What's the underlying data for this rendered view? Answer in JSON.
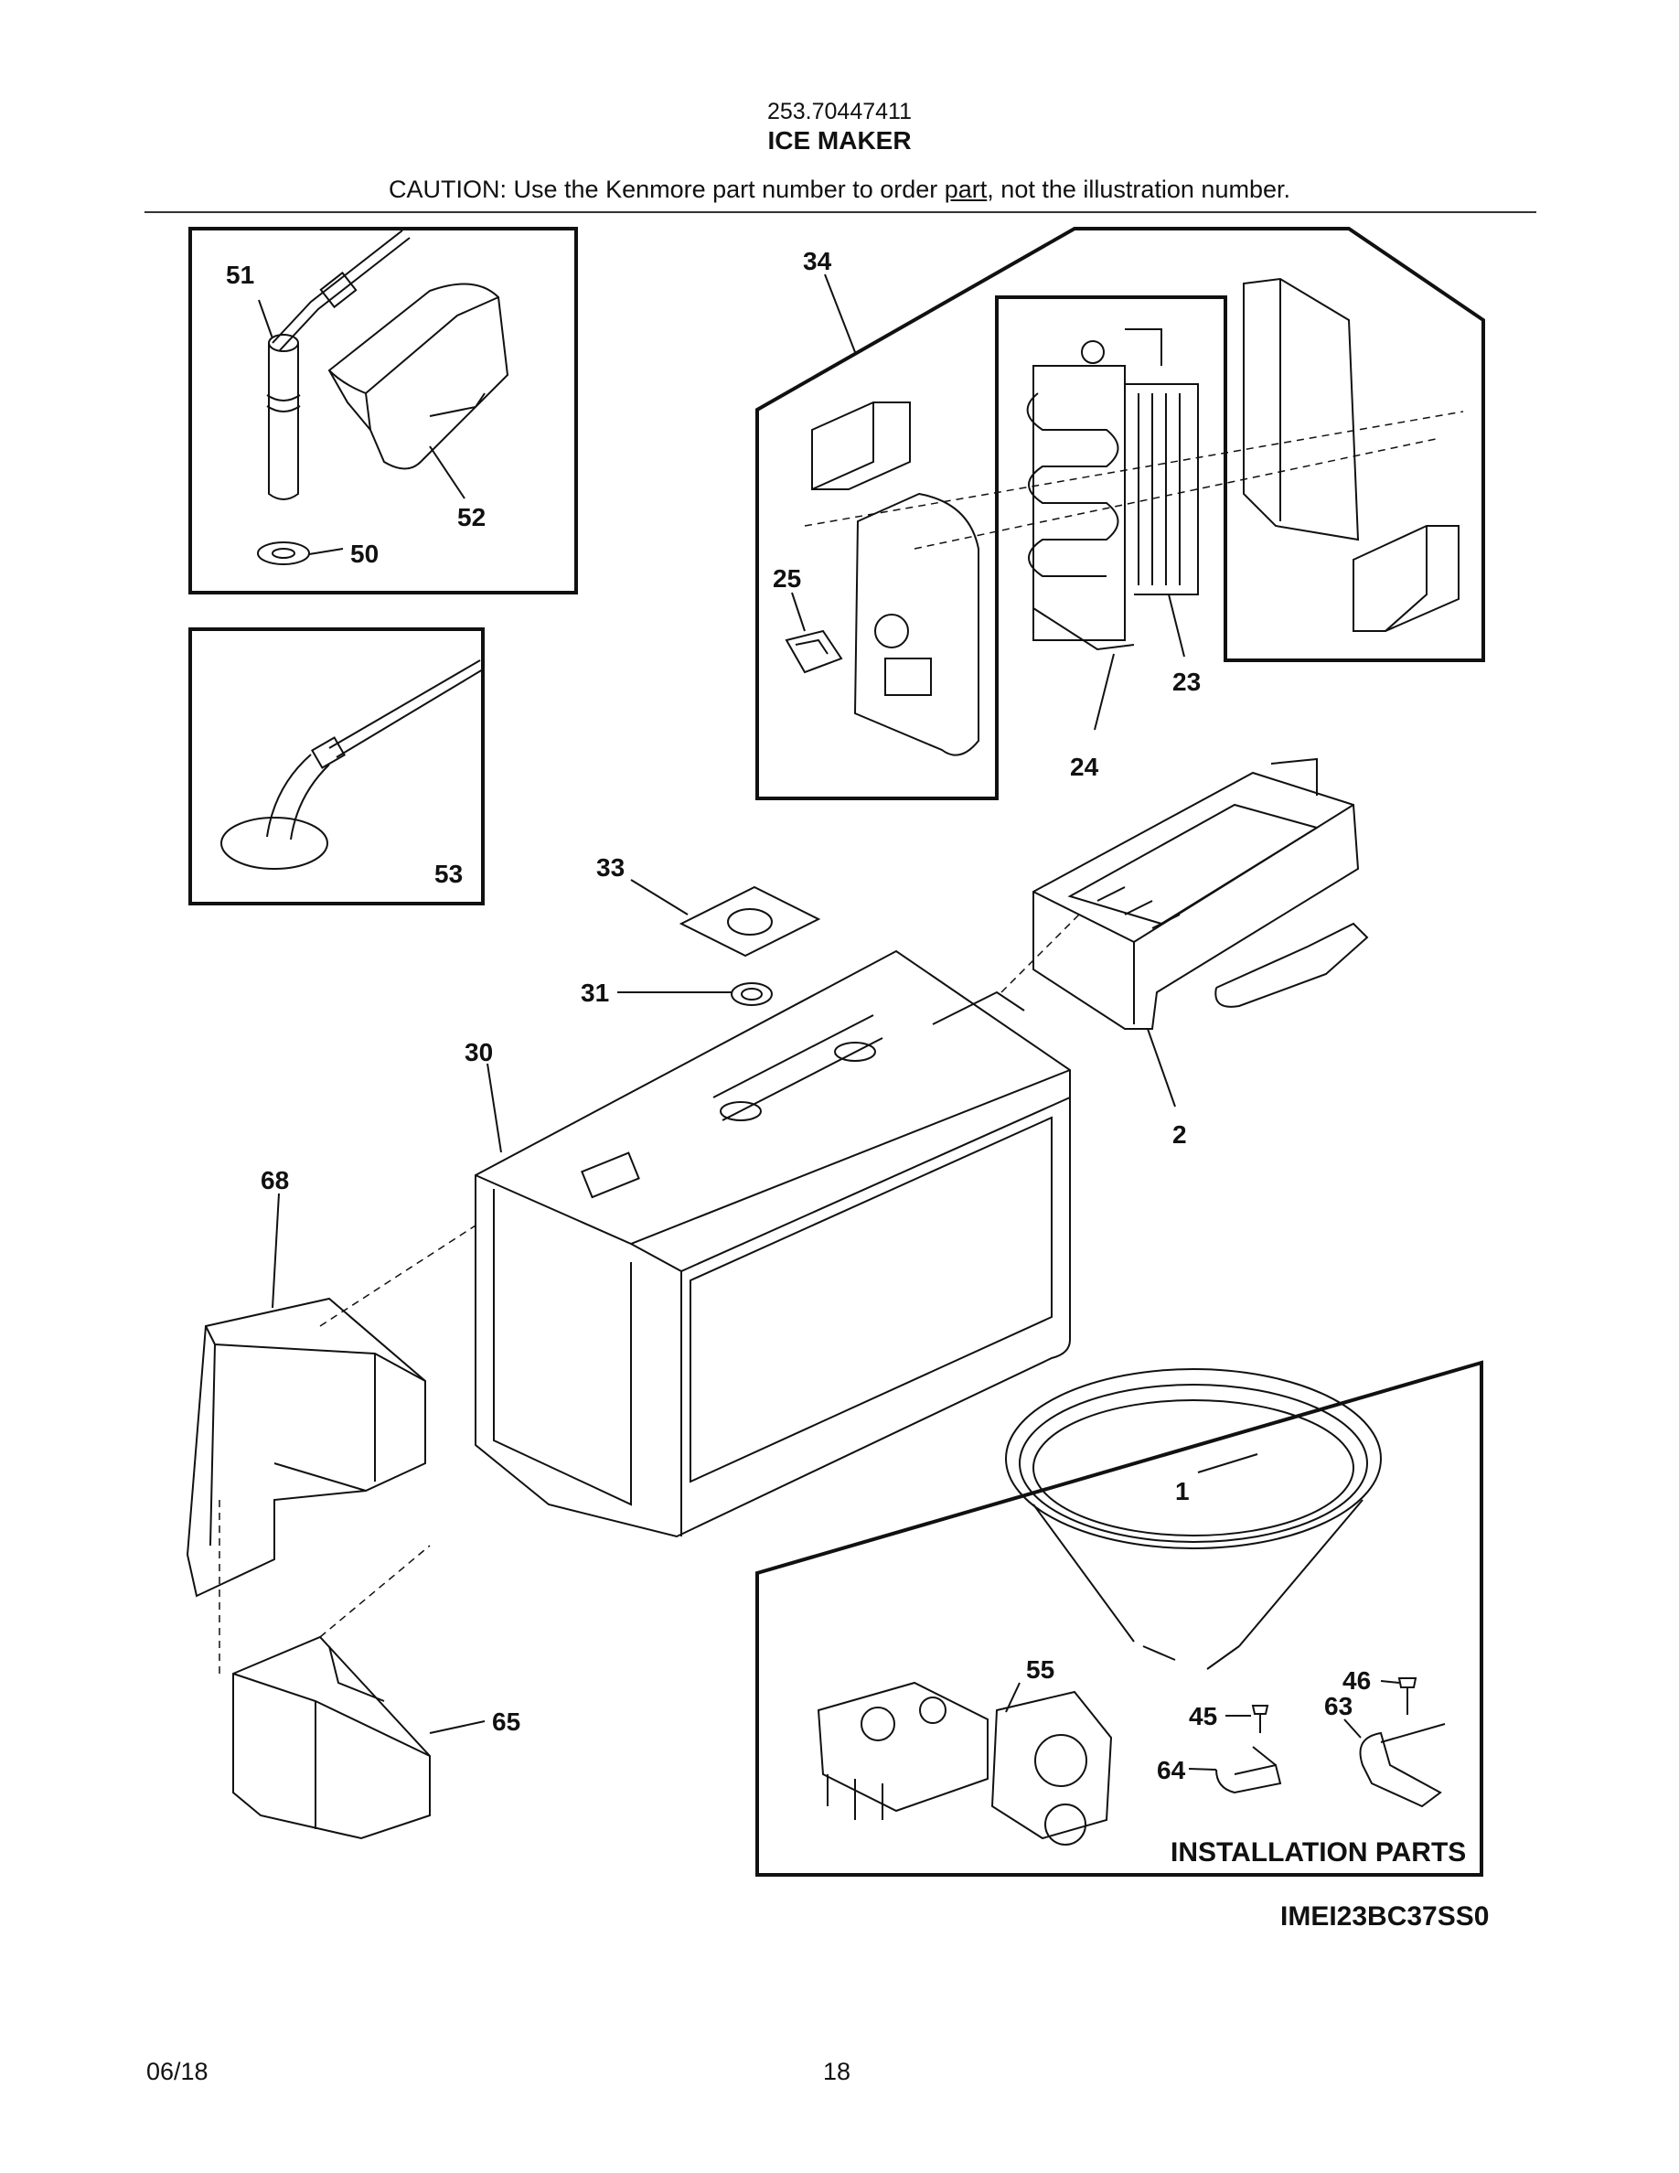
{
  "header": {
    "model_number": "253.70447411",
    "title": "ICE MAKER",
    "caution_prefix": "CAUTION: Use the Kenmore part number to order ",
    "caution_link": "part",
    "caution_suffix": ", not the illustration number."
  },
  "callouts": {
    "c51": "51",
    "c52": "52",
    "c50": "50",
    "c53": "53",
    "c34": "34",
    "c25": "25",
    "c23": "23",
    "c24": "24",
    "c33": "33",
    "c31": "31",
    "c30": "30",
    "c2": "2",
    "c68": "68",
    "c65": "65",
    "c1": "1",
    "c55": "55",
    "c46": "46",
    "c45": "45",
    "c63": "63",
    "c64": "64"
  },
  "installation_label": "INSTALLATION PARTS",
  "diagram_code": "IMEI23BC37SS0",
  "footer": {
    "date": "06/18",
    "page": "18"
  }
}
